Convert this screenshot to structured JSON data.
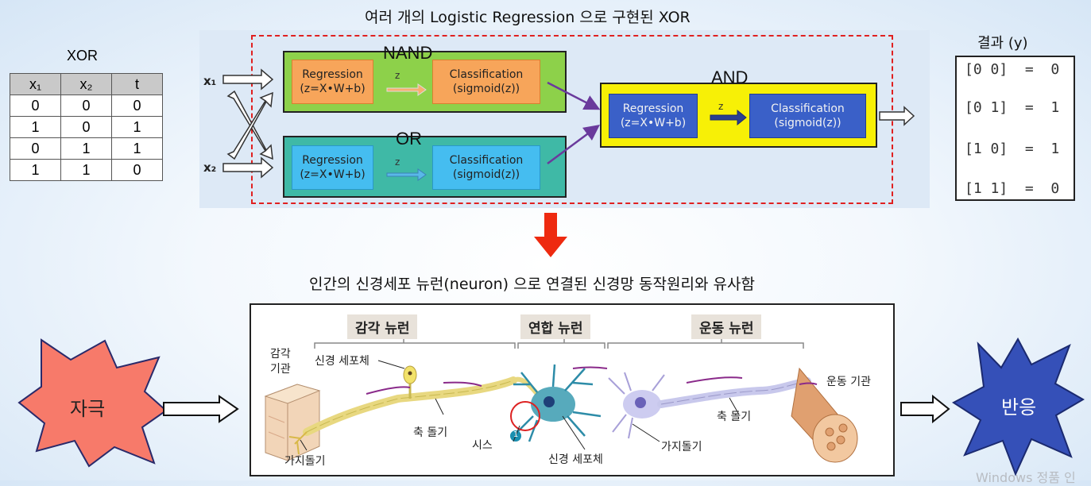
{
  "top": {
    "title": "여러 개의 Logistic Regression  으로 구현된 XOR"
  },
  "xor_table": {
    "title": "XOR",
    "headers": [
      "x₁",
      "x₂",
      "t"
    ],
    "rows": [
      [
        "0",
        "0",
        "0"
      ],
      [
        "1",
        "0",
        "1"
      ],
      [
        "0",
        "1",
        "1"
      ],
      [
        "1",
        "1",
        "0"
      ]
    ]
  },
  "inputs": {
    "x1": "x₁",
    "x2": "x₂"
  },
  "nand": {
    "label": "NAND",
    "regression": [
      "Regression",
      "(z=X•W+b)"
    ],
    "z": "z",
    "classification": [
      "Classification",
      "(sigmoid(z))"
    ]
  },
  "or": {
    "label": "OR",
    "regression": [
      "Regression",
      "(z=X•W+b)"
    ],
    "z": "z",
    "classification": [
      "Classification",
      "(sigmoid(z))"
    ]
  },
  "and": {
    "label": "AND",
    "regression": [
      "Regression",
      "(z=X•W+b)"
    ],
    "z": "z",
    "classification": [
      "Classification",
      "(sigmoid(z))"
    ]
  },
  "result": {
    "title": "결과 (y)",
    "rows": [
      "[0 0]  =  0",
      "[0 1]  =  1",
      "[1 0]  =  1",
      "[1 1]  =  0"
    ]
  },
  "bottom": {
    "title": "인간의 신경세포 뉴런(neuron) 으로 연결된 신경망 동작원리와 유사함",
    "stimulus": "자극",
    "response": "반응",
    "sections": [
      "감각 뉴런",
      "연합 뉴런",
      "운동 뉴런"
    ],
    "labels": {
      "sense_organ_1": "감각",
      "sense_organ_2": "기관",
      "cell_body_top": "신경 세포체",
      "axon_left": "축 돌기",
      "dendrite_left": "가지돌기",
      "synapse": "시스",
      "synapse_num": "1",
      "cell_body_bottom": "신경 세포체",
      "dendrite_right": "가지돌기",
      "axon_right": "축 돌기",
      "motor_organ": "운동 기관"
    }
  },
  "watermark": "Windows 정품 인",
  "colors": {
    "red_dashed": "#e02020",
    "nand_green": "#8dd14a",
    "or_teal": "#3fb9a6",
    "and_yellow": "#f7f006",
    "orange_box": "#f7a55a",
    "cyan_box": "#45bdf0",
    "blue_box": "#3a60c8",
    "stimulus_star": "#f77a6a",
    "response_star": "#3550b8",
    "down_arrow": "#ee2a10"
  }
}
